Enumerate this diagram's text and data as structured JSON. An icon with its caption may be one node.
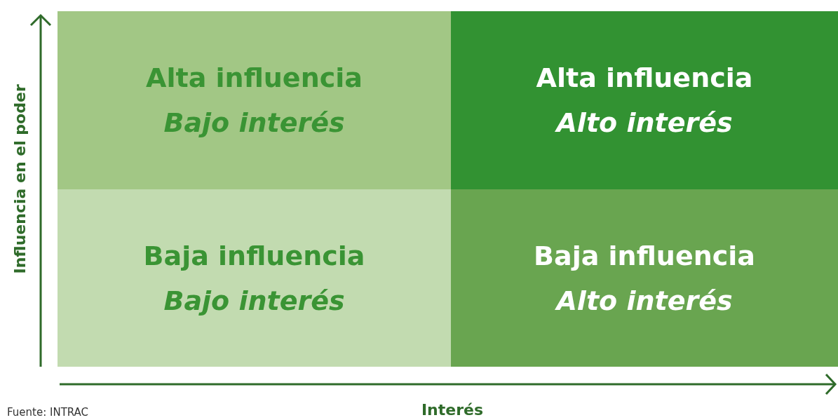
{
  "diagram": {
    "nodes": [
      {
        "text": [
          "Alta influencia",
          "Bajo interés"
        ]
      },
      {
        "text": [
          "Alta influencia",
          "Alto interés"
        ]
      },
      {
        "text": [
          "Baja influencia",
          "Bajo interés"
        ]
      },
      {
        "text": [
          "Baja influencia",
          "Alto interés"
        ]
      }
    ],
    "labels": [
      "Influencia en el poder",
      "Interés",
      "Fuente: INTRAC"
    ]
  }
}
